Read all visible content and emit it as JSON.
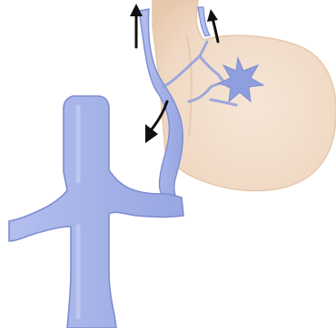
{
  "diagram": {
    "colors": {
      "background": "#ffffff",
      "stomach_fill": "#f3e0cf",
      "stomach_edge": "#e8cbb2",
      "vein_fill": "#a7b3e6",
      "vein_edge": "#7e8dd0",
      "vein_deep": "#8f9fde",
      "arrow": "#111111"
    },
    "arrows": [
      {
        "name": "arrow-up-left",
        "direction": "up"
      },
      {
        "name": "arrow-up-right",
        "direction": "up"
      },
      {
        "name": "arrow-down-curved",
        "direction": "down"
      }
    ]
  }
}
